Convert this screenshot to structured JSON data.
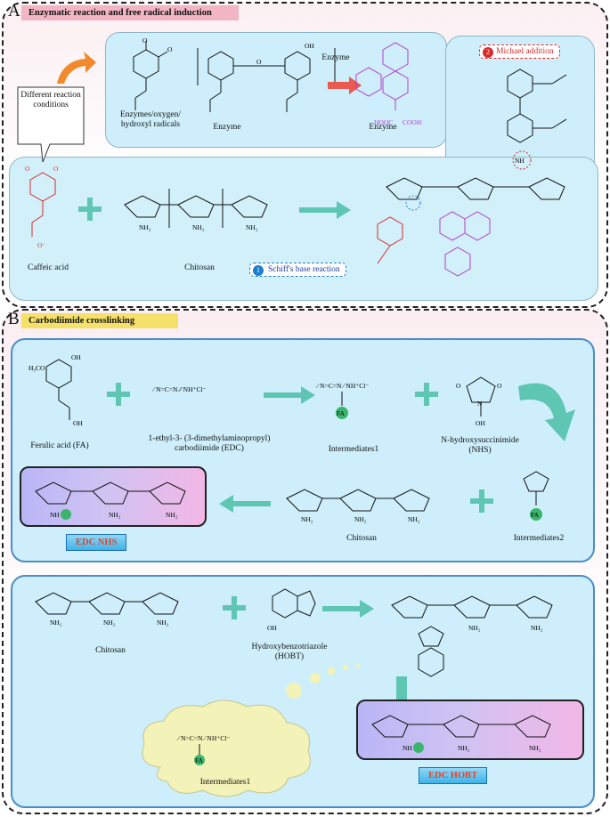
{
  "panel_a": {
    "letter": "A",
    "banner": "Enzymatic reaction and free radical induction",
    "speech_bubble": "Different reaction conditions",
    "top_box": {
      "label1": "Enzymes/oxygen/ hydroxyl radicals",
      "label2": "Enzyme",
      "arrow_label": "Enzyme",
      "label3": "Enzyme"
    },
    "michael": "Michael addition",
    "michael_num": "2",
    "schiff": "Schiff's base reaction",
    "schiff_num": "1",
    "caffeic": "Caffeic acid",
    "chitosan": "Chitosan"
  },
  "panel_b": {
    "letter": "B",
    "banner": "Carbodiimide crosslinking",
    "ferulic": "Ferulic acid (FA)",
    "edc": "1-ethyl-3- (3-dimethylaminopropyl) carbodiimide (EDC)",
    "inter1": "Intermediates1",
    "nhs": "N-hydroxysuccinimide (NHS)",
    "chitosan": "Chitosan",
    "inter2": "Intermediates2",
    "edc_nhs": "EDC NHS",
    "chitosan2": "Chitosan",
    "hobt": "Hydroxybenzotriazole (HOBT)",
    "inter1b": "Intermediates1",
    "edc_hobt": "EDC HOBT",
    "fa_badge": "FA"
  },
  "colors": {
    "panel_border": "#222222",
    "banner_a": "#f1b5c3",
    "banner_b": "#f5e16a",
    "box_fill": "#cdeefa",
    "arrow": "#5fc6b3",
    "orange_arrow": "#f08a2c",
    "red": "#d42c2c",
    "purple": "#b33ec9",
    "blue_badge": "#1a7fd1",
    "green_badge": "#3bb56e"
  },
  "icons": [
    "plus-icon",
    "right-arrow-icon",
    "left-arrow-icon",
    "down-arrow-icon",
    "curved-arrow-icon",
    "thought-cloud-icon"
  ]
}
